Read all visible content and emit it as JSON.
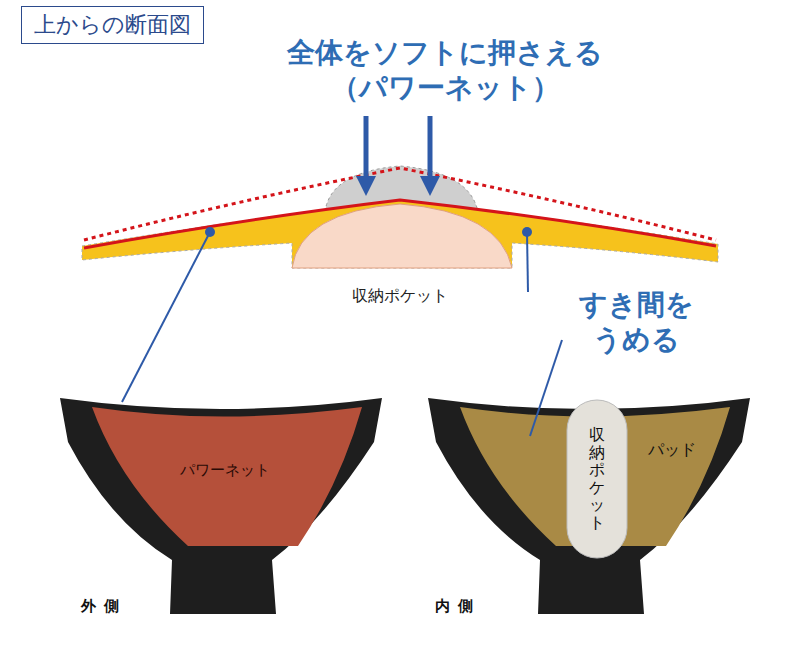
{
  "diagram": {
    "title": "上からの断面図",
    "nodes": [
      {
        "text": [
          "パワーネット"
        ]
      },
      {
        "text": [
          "パッド"
        ]
      },
      {
        "text": [
          "収納ポケット"
        ]
      }
    ],
    "labels": [
      "全体をソフトに押さえる （パワーネット）",
      "収納ポケット",
      "すき間を うめる",
      "外側",
      "内側"
    ]
  }
}
